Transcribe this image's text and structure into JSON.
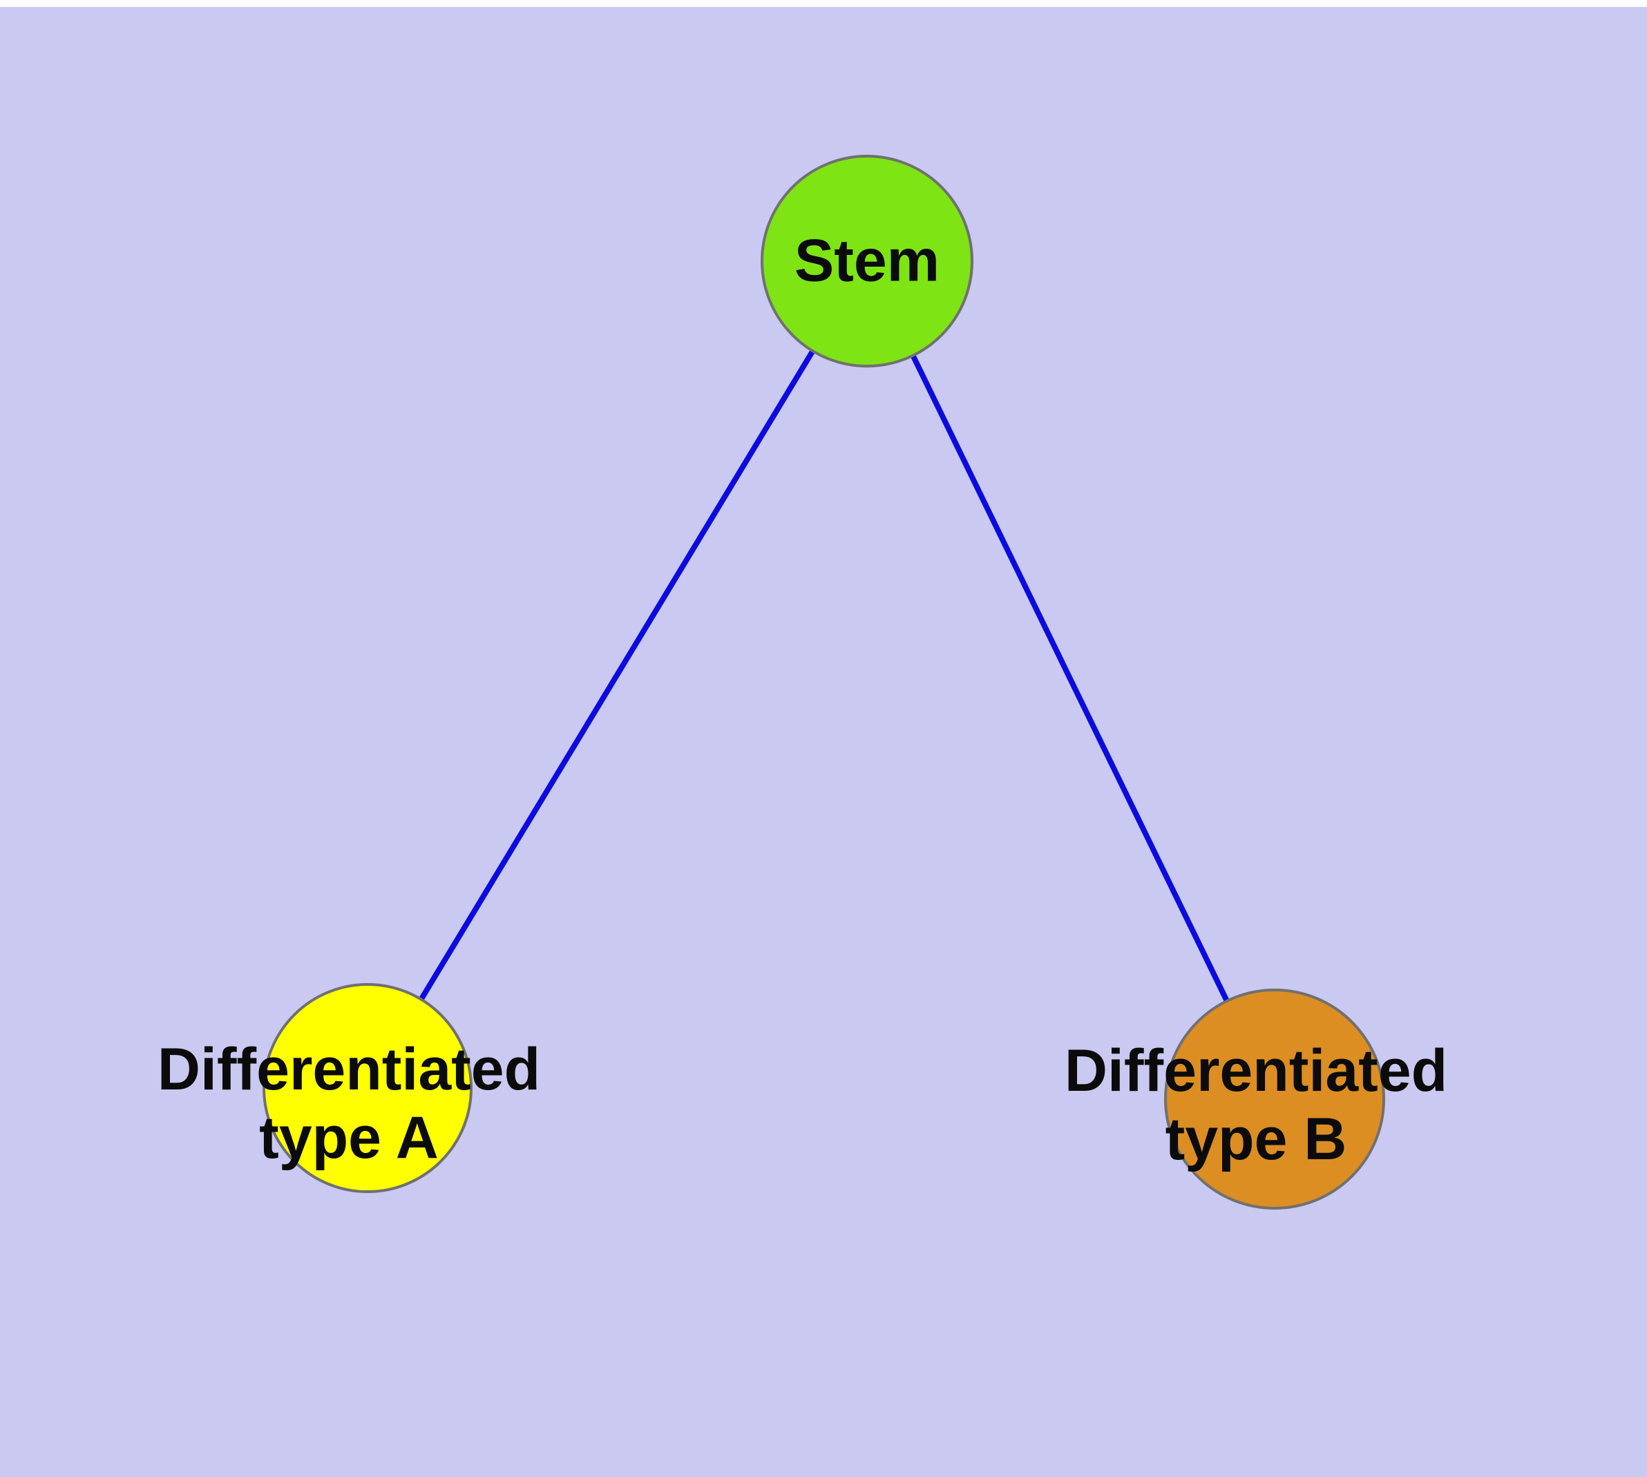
{
  "diagram": {
    "background_color": "#c9c9f1",
    "top_margin_color": "#ffffff",
    "edge_color": "#0b0be0",
    "node_stroke_color": "#707070",
    "nodes": [
      {
        "id": "stem",
        "label": "Stem",
        "fill": "#7ee414"
      },
      {
        "id": "type-a",
        "label": "Differentiated\ntype A",
        "fill": "#ffff00"
      },
      {
        "id": "type-b",
        "label": "Differentiated\ntype B",
        "fill": "#dc8e22"
      }
    ],
    "edges": [
      {
        "from": "stem",
        "to": "type-a"
      },
      {
        "from": "stem",
        "to": "type-b"
      }
    ]
  }
}
